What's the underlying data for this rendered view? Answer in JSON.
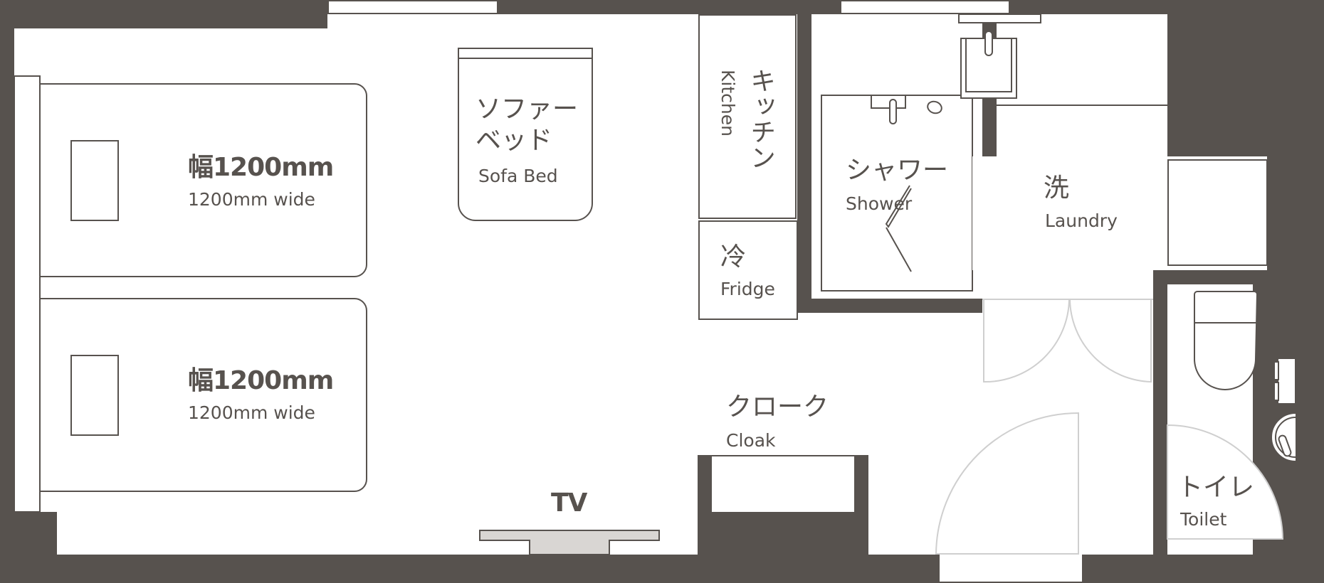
{
  "floor_plan": {
    "title": "Hotel room floor plan",
    "colors": {
      "wall": "#57524e",
      "floor": "#ffffff",
      "outline": "#57524e",
      "door_swing": "#cfcfcf",
      "tv_fill": "#d9d6d3"
    },
    "rooms": {
      "bed1": {
        "jp": "幅1200mm",
        "en": "1200mm wide"
      },
      "bed2": {
        "jp": "幅1200mm",
        "en": "1200mm wide"
      },
      "sofa_bed": {
        "jp_line1": "ソファー",
        "jp_line2": "ベッド",
        "en": "Sofa Bed"
      },
      "kitchen": {
        "jp": "キッチン",
        "en": "Kitchen"
      },
      "fridge": {
        "jp": "冷",
        "en": "Fridge"
      },
      "shower": {
        "jp": "シャワー",
        "en": "Shower"
      },
      "laundry": {
        "jp": "洗",
        "en": "Laundry"
      },
      "cloak": {
        "jp": "クローク",
        "en": "Cloak"
      },
      "tv": {
        "label": "TV"
      },
      "toilet": {
        "jp": "トイレ",
        "en": "Toilet"
      }
    }
  }
}
